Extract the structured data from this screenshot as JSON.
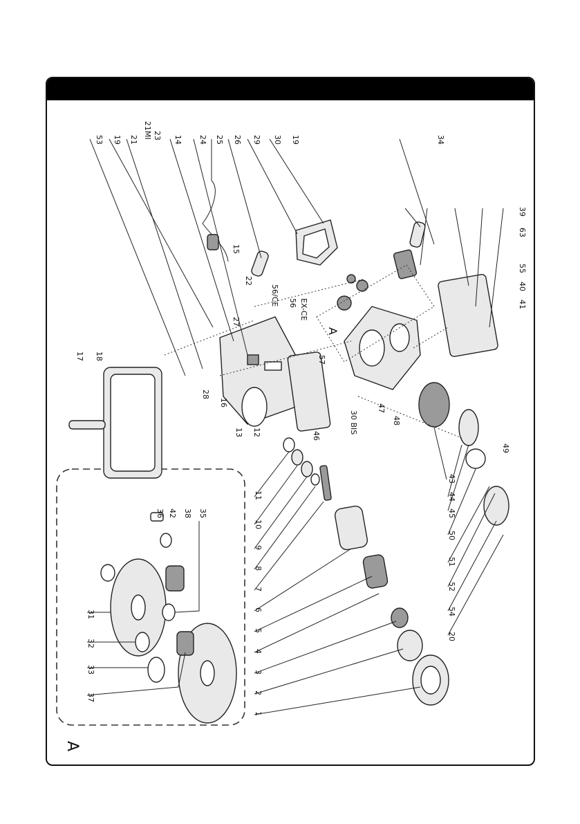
{
  "diagram": {
    "view_letter": "A",
    "inset_letter": "A",
    "parts_right_top": [
      "53",
      "19",
      "21",
      "21MI",
      "23",
      "14",
      "24",
      "25",
      "26",
      "29",
      "30",
      "19",
      "34"
    ],
    "parts_right_lower": [
      "39",
      "63",
      "55",
      "40",
      "41"
    ],
    "parts_mid": [
      "15",
      "22",
      "56/CE",
      "56",
      "EX-CE",
      "27",
      "57",
      "17",
      "18",
      "28",
      "16",
      "13",
      "12",
      "46",
      "30 BIS",
      "47",
      "48"
    ],
    "parts_left_column": [
      "1",
      "2",
      "3",
      "4",
      "5",
      "6",
      "7",
      "8",
      "9",
      "10",
      "11"
    ],
    "parts_bottom_row": [
      "43",
      "44",
      "45",
      "49",
      "50",
      "51",
      "52",
      "54",
      "20"
    ],
    "parts_inset": [
      "31",
      "32",
      "33",
      "37",
      "36",
      "42",
      "38",
      "35"
    ]
  }
}
